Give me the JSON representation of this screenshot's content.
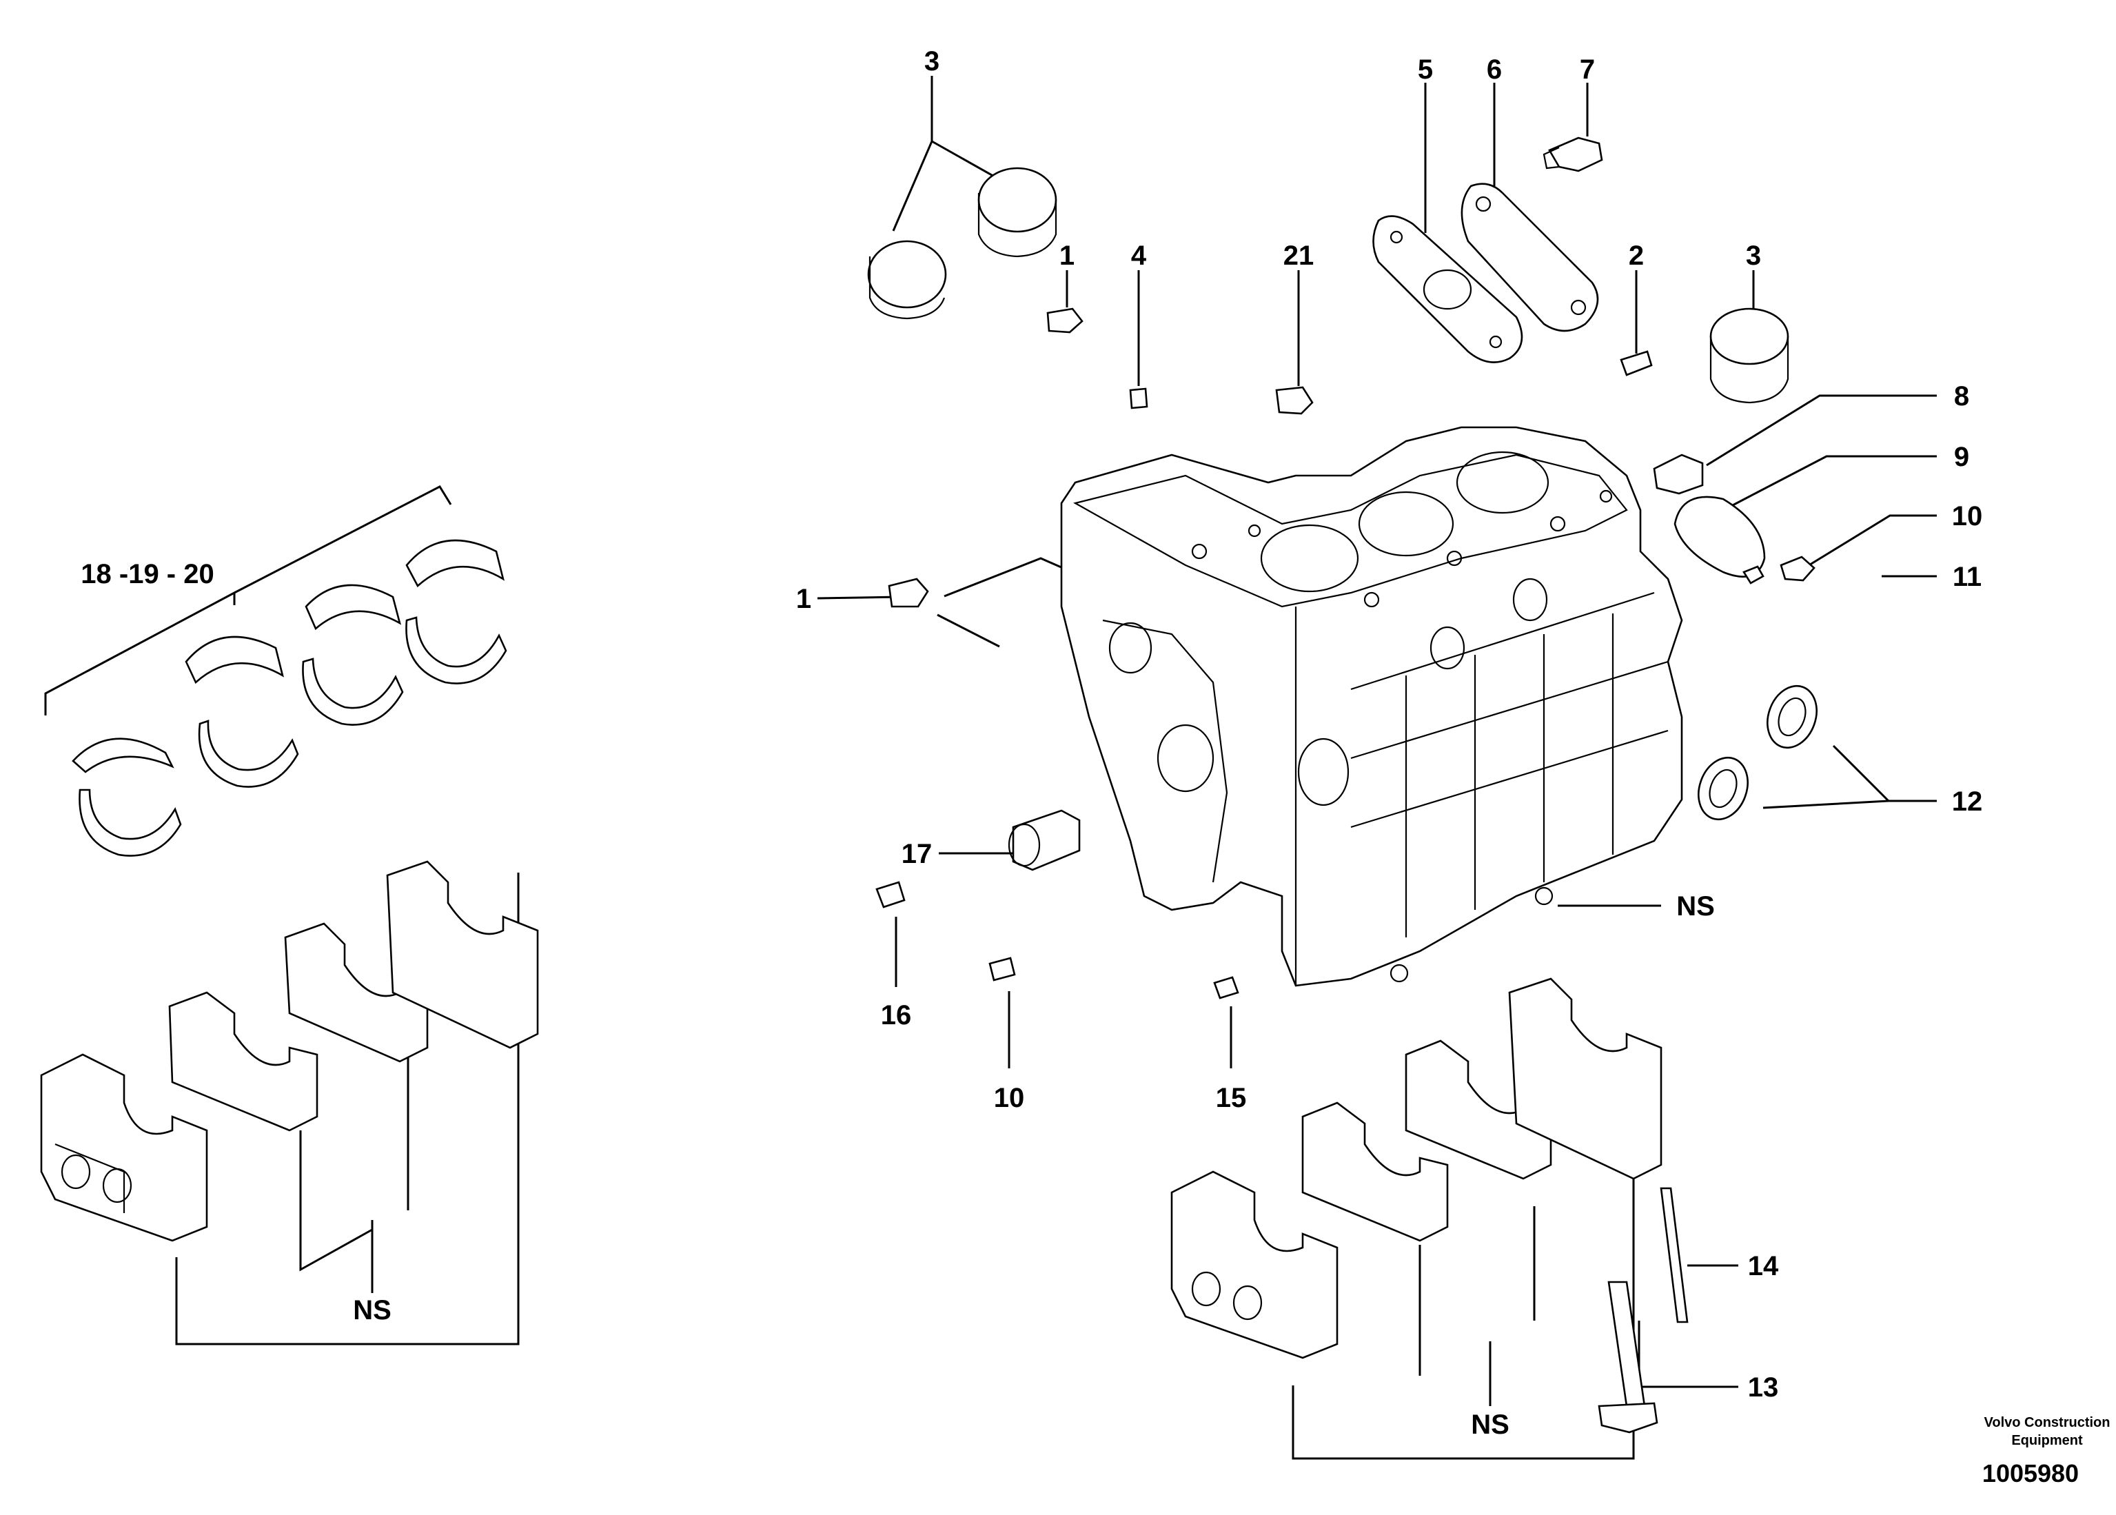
{
  "figure": {
    "callouts": [
      {
        "id": "c3a",
        "text": "3"
      },
      {
        "id": "c5",
        "text": "5"
      },
      {
        "id": "c6",
        "text": "6"
      },
      {
        "id": "c7",
        "text": "7"
      },
      {
        "id": "c1a",
        "text": "1"
      },
      {
        "id": "c4",
        "text": "4"
      },
      {
        "id": "c21",
        "text": "21"
      },
      {
        "id": "c2",
        "text": "2"
      },
      {
        "id": "c3b",
        "text": "3"
      },
      {
        "id": "c8",
        "text": "8"
      },
      {
        "id": "c9",
        "text": "9"
      },
      {
        "id": "c10a",
        "text": "10"
      },
      {
        "id": "c11",
        "text": "11"
      },
      {
        "id": "c1b",
        "text": "1"
      },
      {
        "id": "c12",
        "text": "12"
      },
      {
        "id": "c17",
        "text": "17"
      },
      {
        "id": "cNSa",
        "text": "NS"
      },
      {
        "id": "c16",
        "text": "16"
      },
      {
        "id": "c10b",
        "text": "10"
      },
      {
        "id": "c15",
        "text": "15"
      },
      {
        "id": "c14",
        "text": "14"
      },
      {
        "id": "c13",
        "text": "13"
      },
      {
        "id": "cNSb",
        "text": "NS"
      },
      {
        "id": "cNSc",
        "text": "NS"
      },
      {
        "id": "c18",
        "text": "18 -19 - 20"
      }
    ],
    "credit_line1": "Volvo Construction",
    "credit_line2": "Equipment",
    "document_number": "1005980"
  }
}
